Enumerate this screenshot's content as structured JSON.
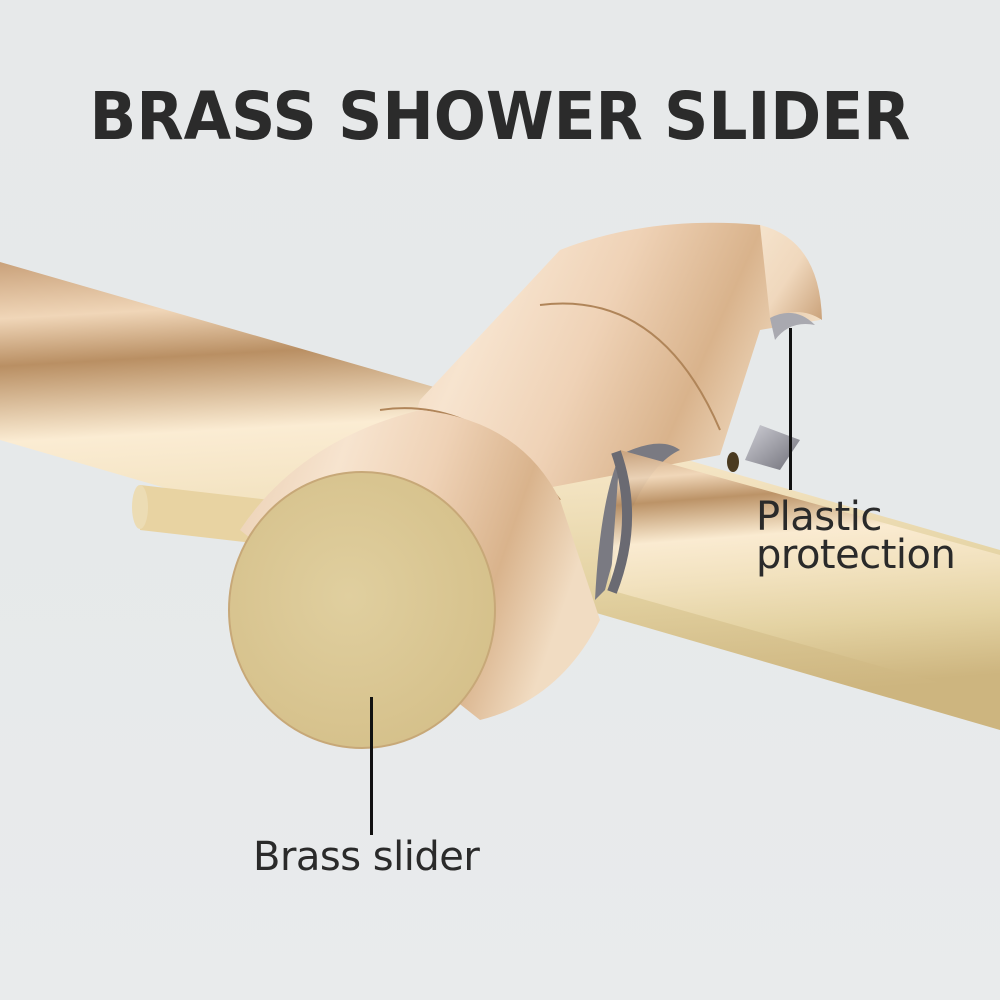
{
  "title": "BRASS SHOWER SLIDER",
  "annotations": {
    "plastic": {
      "line1": "Plastic",
      "line2": "protection"
    },
    "brass": {
      "text": "Brass slider"
    }
  },
  "colors": {
    "background": "#e7e9ea",
    "text": "#2b2b2b",
    "brass_light": "#f4e6c8",
    "brass_mid": "#e2c79a",
    "brass_dark": "#b8905a",
    "face": "#dcc894",
    "plastic_gray": "#8a8a90"
  }
}
